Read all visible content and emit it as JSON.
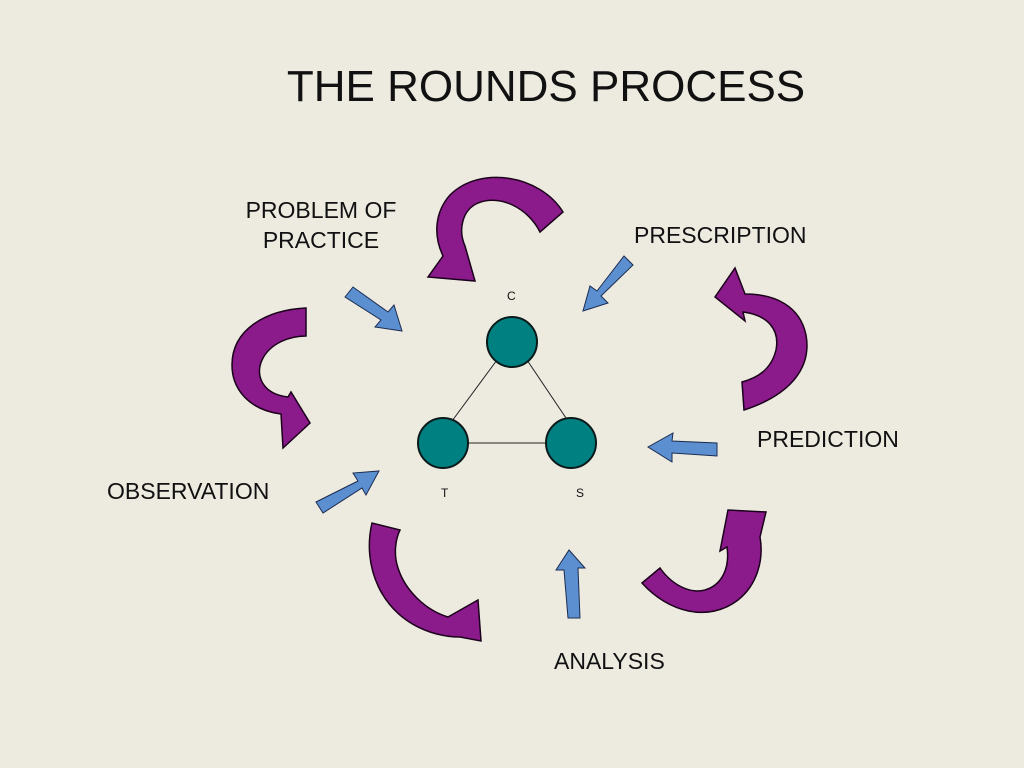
{
  "title": "THE ROUNDS PROCESS",
  "stages": {
    "problem_of_practice": [
      "PROBLEM OF",
      "PRACTICE"
    ],
    "prescription": "PRESCRIPTION",
    "prediction": "PREDICTION",
    "analysis": "ANALYSIS",
    "observation": "OBSERVATION"
  },
  "triangle_nodes": {
    "top": "C",
    "left": "T",
    "right": "S"
  },
  "colors": {
    "background": "#edeae0",
    "node_fill": "#008080",
    "curved_arrow": "#8b1a8b",
    "straight_arrow": "#5b8fd0"
  }
}
